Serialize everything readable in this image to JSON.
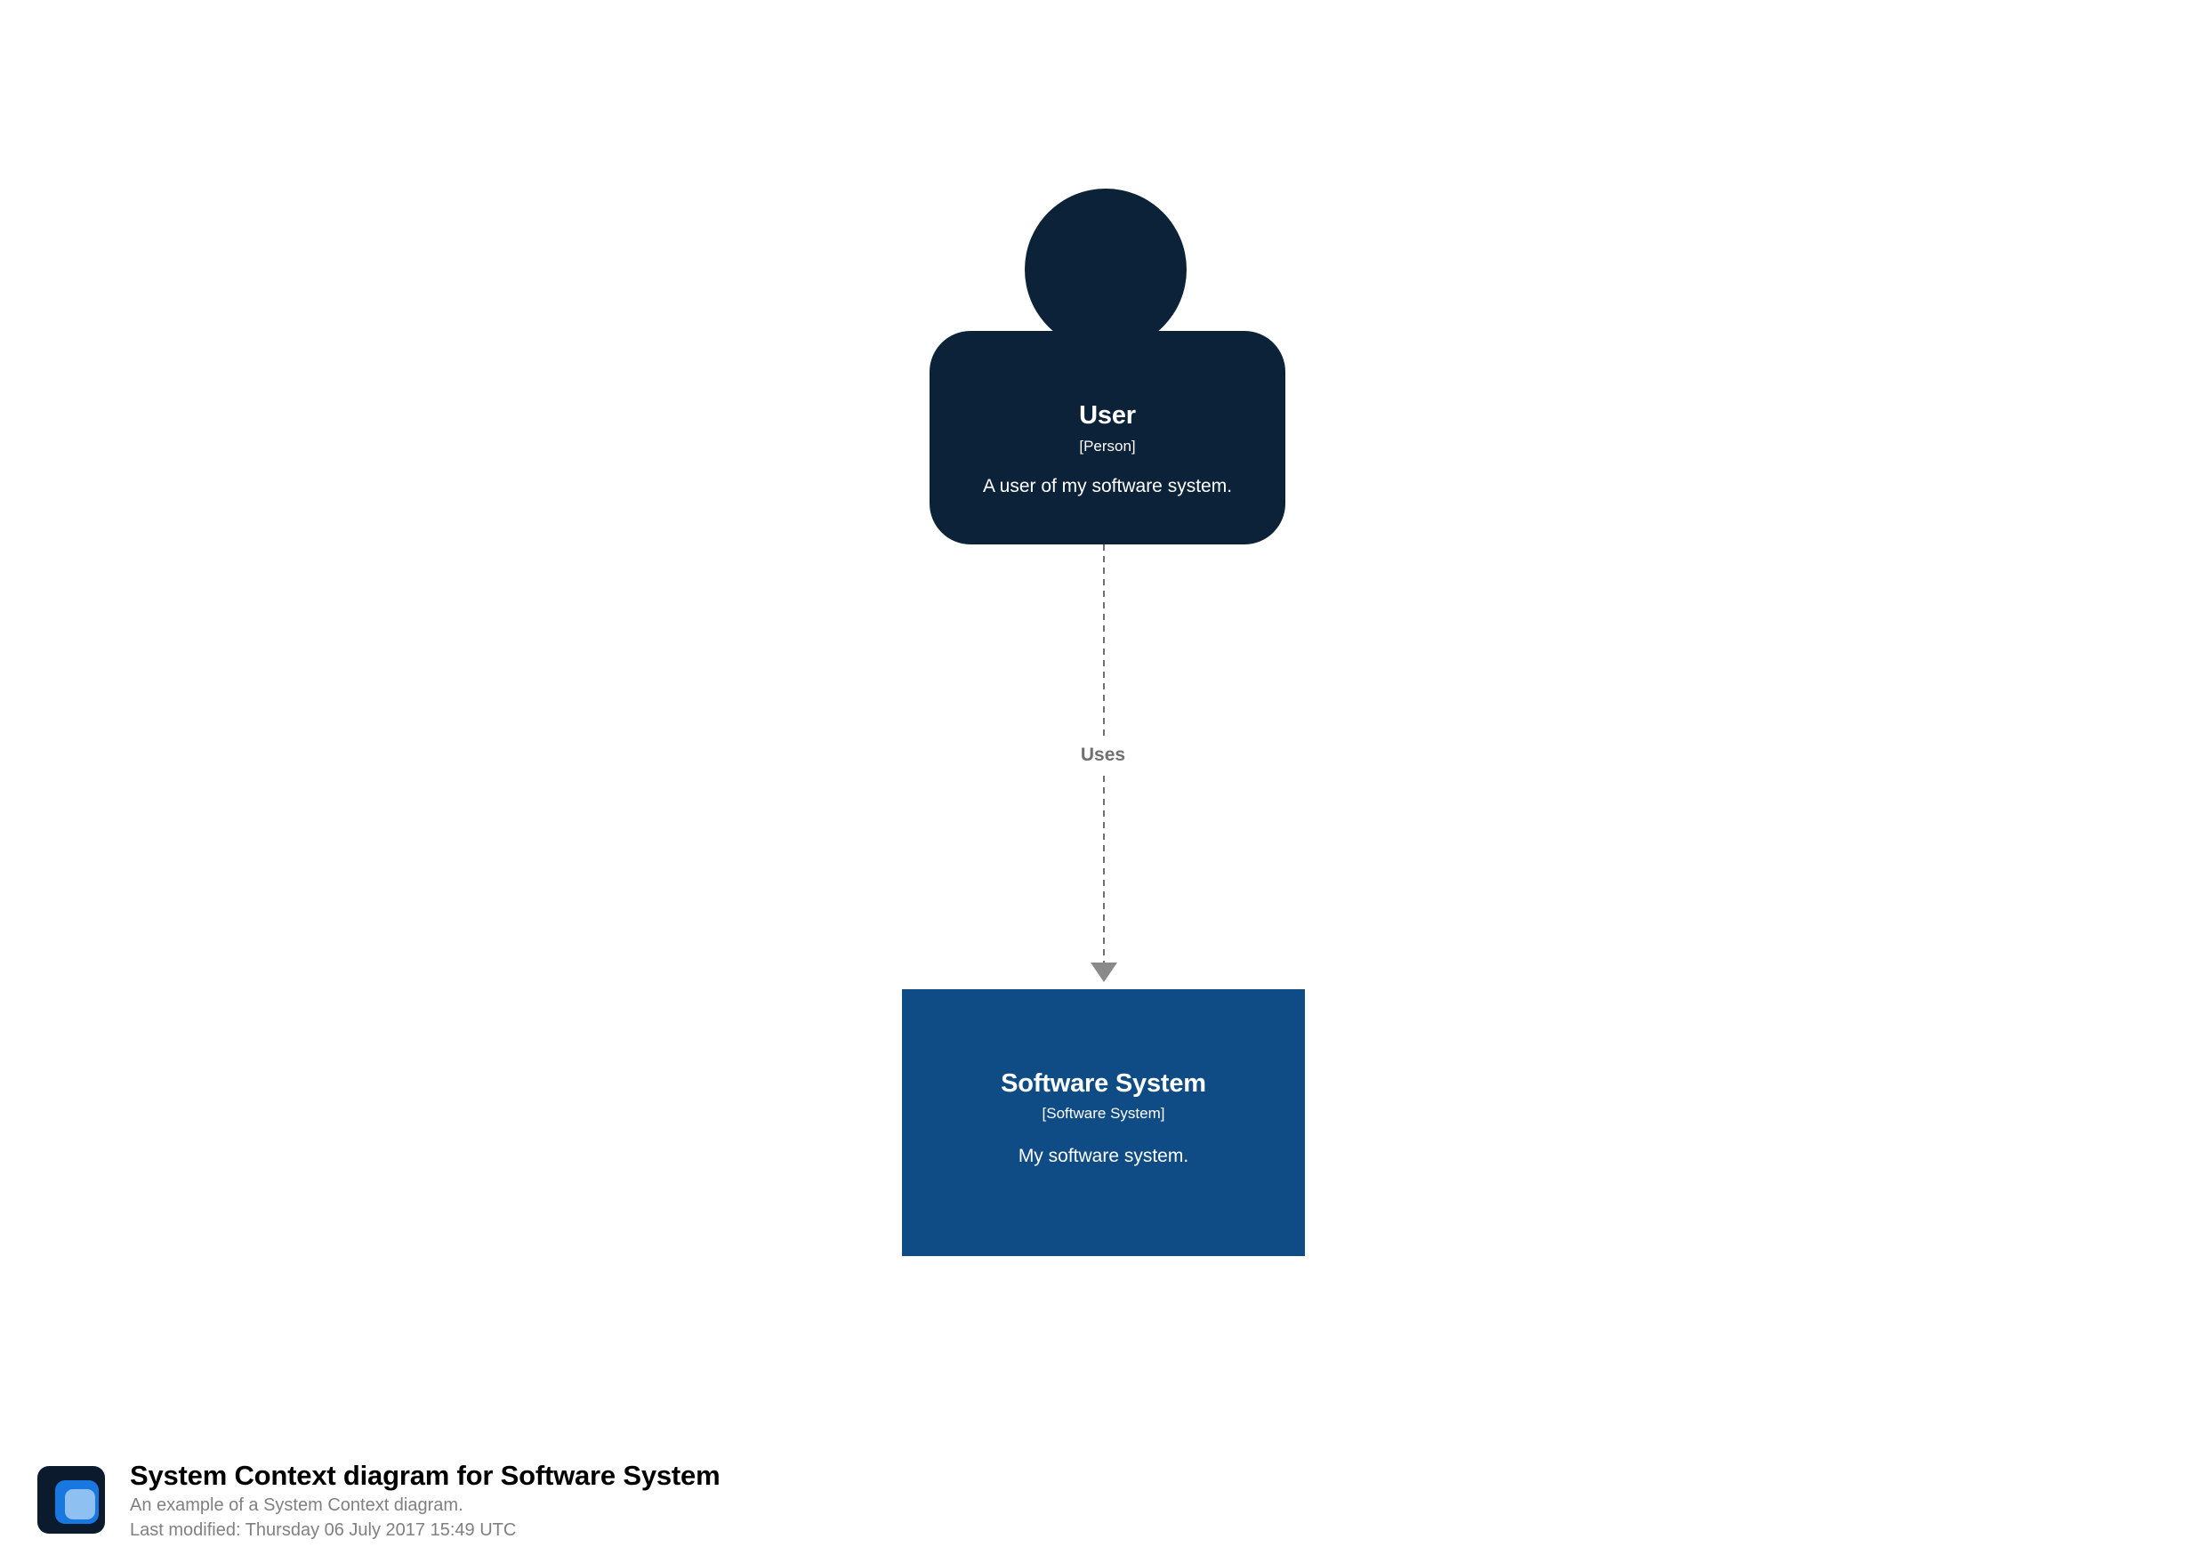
{
  "diagram": {
    "background_color": "#ffffff",
    "elements": [
      {
        "id": "user",
        "shape": "person",
        "name": "User",
        "type": "[Person]",
        "description": "A user of my software system.",
        "fill_color": "#0b2239",
        "text_color": "#ffffff"
      },
      {
        "id": "software-system",
        "shape": "box",
        "name": "Software System",
        "type": "[Software System]",
        "description": "My software system.",
        "fill_color": "#0f4c86",
        "text_color": "#ffffff"
      }
    ],
    "relationships": [
      {
        "id": "user-uses-software-system",
        "label": "Uses",
        "from": "User",
        "to": "Software System",
        "style": "dashed",
        "line_color": "#707070",
        "arrow_color": "#8a8a8a"
      }
    ]
  },
  "footer": {
    "logo": {
      "icon_name": "structurizr-logo",
      "outer_color": "#0b1a2d",
      "mid_color": "#1878e0",
      "inner_color": "#8fc0f2"
    },
    "title": "System Context diagram for Software System",
    "description": "An example of a System Context diagram.",
    "last_modified": "Last modified: Thursday 06 July 2017 15:49 UTC",
    "text_color": "#808080"
  }
}
